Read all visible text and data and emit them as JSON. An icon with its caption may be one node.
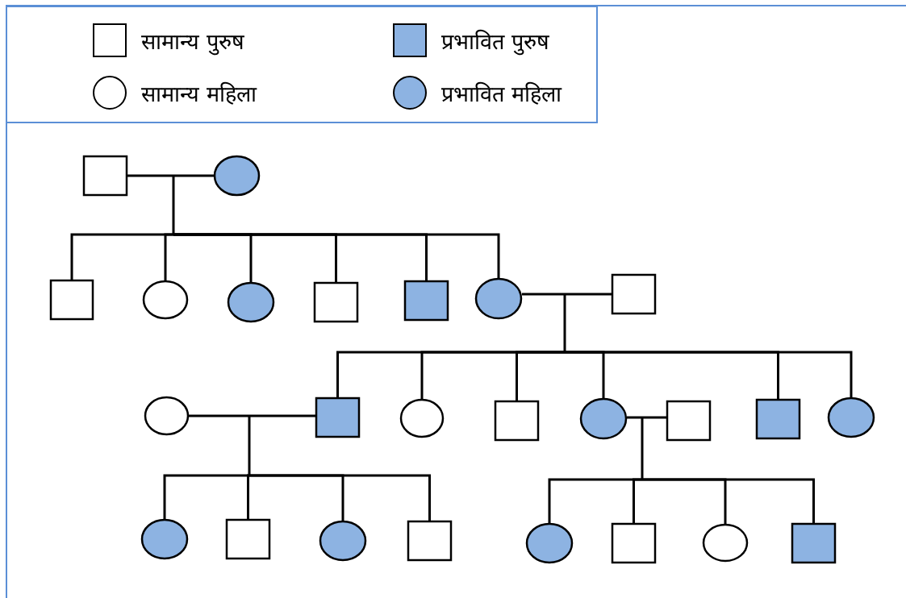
{
  "diagram": {
    "nodes": [
      {
        "text": [],
        "shape": "box"
      },
      {
        "text": [],
        "shape": "circle"
      },
      {
        "text": [],
        "shape": "box"
      },
      {
        "text": [],
        "shape": "circle"
      },
      {
        "text": [],
        "shape": "circle"
      },
      {
        "text": [],
        "shape": "box"
      },
      {
        "text": [],
        "shape": "box"
      },
      {
        "text": [],
        "shape": "circle"
      },
      {
        "text": [],
        "shape": "box"
      },
      {
        "text": [],
        "shape": "circle"
      },
      {
        "text": [],
        "shape": "box"
      },
      {
        "text": [],
        "shape": "circle"
      },
      {
        "text": [],
        "shape": "box"
      },
      {
        "text": [],
        "shape": "circle"
      },
      {
        "text": [],
        "shape": "box"
      },
      {
        "text": [],
        "shape": "box"
      },
      {
        "text": [],
        "shape": "circle"
      },
      {
        "text": [],
        "shape": "circle"
      },
      {
        "text": [],
        "shape": "box"
      },
      {
        "text": [],
        "shape": "circle"
      },
      {
        "text": [],
        "shape": "box"
      },
      {
        "text": [],
        "shape": "circle"
      },
      {
        "text": [],
        "shape": "box"
      },
      {
        "text": [],
        "shape": "circle"
      },
      {
        "text": [],
        "shape": "box"
      }
    ],
    "edges": [
      {
        "from": 0,
        "to": 1,
        "arrow": "none"
      },
      {
        "from": 0,
        "to": 2,
        "arrow": "none"
      },
      {
        "from": 0,
        "to": 3,
        "arrow": "none"
      },
      {
        "from": 0,
        "to": 4,
        "arrow": "none"
      },
      {
        "from": 0,
        "to": 5,
        "arrow": "none"
      },
      {
        "from": 0,
        "to": 6,
        "arrow": "none"
      },
      {
        "from": 0,
        "to": 7,
        "arrow": "none"
      },
      {
        "from": 1,
        "to": 2,
        "arrow": "none"
      },
      {
        "from": 1,
        "to": 3,
        "arrow": "none"
      },
      {
        "from": 1,
        "to": 4,
        "arrow": "none"
      },
      {
        "from": 1,
        "to": 5,
        "arrow": "none"
      },
      {
        "from": 1,
        "to": 6,
        "arrow": "none"
      },
      {
        "from": 1,
        "to": 7,
        "arrow": "none"
      },
      {
        "from": 7,
        "to": 8,
        "arrow": "none"
      },
      {
        "from": 7,
        "to": 10,
        "arrow": "none"
      },
      {
        "from": 7,
        "to": 11,
        "arrow": "none"
      },
      {
        "from": 7,
        "to": 12,
        "arrow": "none"
      },
      {
        "from": 7,
        "to": 13,
        "arrow": "none"
      },
      {
        "from": 7,
        "to": 15,
        "arrow": "none"
      },
      {
        "from": 7,
        "to": 16,
        "arrow": "none"
      },
      {
        "from": 8,
        "to": 10,
        "arrow": "none"
      },
      {
        "from": 8,
        "to": 11,
        "arrow": "none"
      },
      {
        "from": 8,
        "to": 12,
        "arrow": "none"
      },
      {
        "from": 8,
        "to": 13,
        "arrow": "none"
      },
      {
        "from": 8,
        "to": 15,
        "arrow": "none"
      },
      {
        "from": 8,
        "to": 16,
        "arrow": "none"
      },
      {
        "from": 9,
        "to": 10,
        "arrow": "none"
      },
      {
        "from": 9,
        "to": 17,
        "arrow": "none"
      },
      {
        "from": 9,
        "to": 18,
        "arrow": "none"
      },
      {
        "from": 9,
        "to": 19,
        "arrow": "none"
      },
      {
        "from": 9,
        "to": 20,
        "arrow": "none"
      },
      {
        "from": 10,
        "to": 17,
        "arrow": "none"
      },
      {
        "from": 10,
        "to": 18,
        "arrow": "none"
      },
      {
        "from": 10,
        "to": 19,
        "arrow": "none"
      },
      {
        "from": 10,
        "to": 20,
        "arrow": "none"
      },
      {
        "from": 13,
        "to": 14,
        "arrow": "none"
      },
      {
        "from": 13,
        "to": 21,
        "arrow": "none"
      },
      {
        "from": 13,
        "to": 22,
        "arrow": "none"
      },
      {
        "from": 13,
        "to": 23,
        "arrow": "none"
      },
      {
        "from": 13,
        "to": 24,
        "arrow": "none"
      },
      {
        "from": 14,
        "to": 21,
        "arrow": "none"
      },
      {
        "from": 14,
        "to": 22,
        "arrow": "none"
      },
      {
        "from": 14,
        "to": 23,
        "arrow": "none"
      },
      {
        "from": 14,
        "to": 24,
        "arrow": "none"
      }
    ],
    "legend": [
      {
        "text": "सामान्य पुरुष"
      },
      {
        "text": "प्रभावित पुरुष",
        "color": "#8db3e2"
      },
      {
        "text": "सामान्य महिला"
      },
      {
        "text": "प्रभावित महिला",
        "color": "#8db3e2"
      }
    ]
  }
}
